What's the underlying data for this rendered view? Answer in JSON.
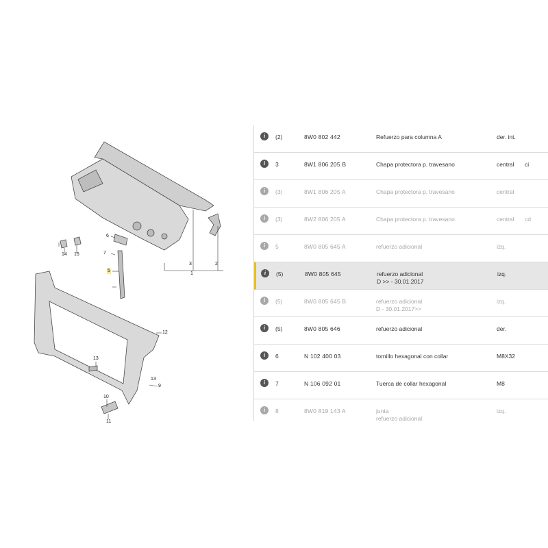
{
  "diagram": {
    "callouts": [
      "1",
      "2",
      "3",
      "5",
      "6",
      "7",
      "9",
      "10",
      "11",
      "12",
      "13",
      "13",
      "14",
      "15"
    ]
  },
  "parts": [
    {
      "pos": "(2)",
      "part_no": "8W0 802 442",
      "desc": "Refuerzo para columna A",
      "desc2": "",
      "remark": "der. int.",
      "extra": "",
      "dim": false,
      "selected": false
    },
    {
      "pos": "3",
      "part_no": "8W1 806 205 B",
      "desc": "Chapa protectora p. travesano",
      "desc2": "",
      "remark": "central",
      "extra": "ci",
      "dim": false,
      "selected": false
    },
    {
      "pos": "(3)",
      "part_no": "8W1 806 205 A",
      "desc": "Chapa protectora p. travesano",
      "desc2": "",
      "remark": "central",
      "extra": "",
      "dim": true,
      "selected": false
    },
    {
      "pos": "(3)",
      "part_no": "8W2 806 205 A",
      "desc": "Chapa protectora p. travesano",
      "desc2": "",
      "remark": "central",
      "extra": "cd",
      "dim": true,
      "selected": false
    },
    {
      "pos": "5",
      "part_no": "8W0 805 645 A",
      "desc": "refuerzo adicional",
      "desc2": "",
      "remark": "izq.",
      "extra": "",
      "dim": true,
      "selected": false
    },
    {
      "pos": "(5)",
      "part_no": "8W0 805 645",
      "desc": "refuerzo adicional",
      "desc2": "D           >> - 30.01.2017",
      "remark": "izq.",
      "extra": "",
      "dim": false,
      "selected": true
    },
    {
      "pos": "(5)",
      "part_no": "8W0 805 645 B",
      "desc": "refuerzo adicional",
      "desc2": "D - 30.01.2017>>",
      "remark": "izq.",
      "extra": "",
      "dim": true,
      "selected": false
    },
    {
      "pos": "(5)",
      "part_no": "8W0 805 646",
      "desc": "refuerzo adicional",
      "desc2": "",
      "remark": "der.",
      "extra": "",
      "dim": false,
      "selected": false
    },
    {
      "pos": "6",
      "part_no": "N   102 400 03",
      "desc": "tornillo hexagonal con collar",
      "desc2": "",
      "remark": "M8X32",
      "extra": "",
      "dim": false,
      "selected": false
    },
    {
      "pos": "7",
      "part_no": "N   106 092 01",
      "desc": "Tuerca de collar hexagonal",
      "desc2": "",
      "remark": "M8",
      "extra": "",
      "dim": false,
      "selected": false
    },
    {
      "pos": "8",
      "part_no": "8W0 819 143 A",
      "desc": "junta",
      "desc2": "refuerzo adicional",
      "remark": "izq.",
      "extra": "",
      "dim": true,
      "selected": false
    }
  ],
  "info_icon_glyph": "i"
}
